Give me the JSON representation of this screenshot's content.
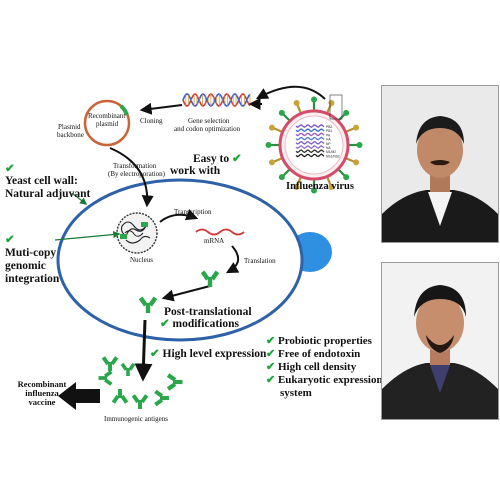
{
  "labels": {
    "cloning": "Cloning",
    "gene_selection": "Gene selection",
    "codon_optimization": "and codon optimization",
    "plasmid_backbone_1": "Plasmid",
    "plasmid_backbone_2": "backbone",
    "recombinant_plasmid_1": "Recombinant",
    "recombinant_plasmid_2": "plasmid",
    "influenza_virus": "Influenza virus",
    "transformation_1": "Transformation",
    "transformation_2": "(By electroporation)",
    "easy_to_work_with_1": "Easy to",
    "easy_to_work_with_2": "work with",
    "yeast_cell_wall_1": "Yeast cell wall:",
    "yeast_cell_wall_2": "Natural adjuvant",
    "multi_copy_1": "Muti-copy",
    "multi_copy_2": "genomic",
    "multi_copy_3": "integration",
    "transcription": "Transcription",
    "mrna": "mRNA",
    "nucleus": "Nucleus",
    "translation": "Translation",
    "ptm_1": "Post-translational",
    "ptm_2": "modifications",
    "high_level_expression": "High level expression",
    "recombinant_vaccine_1": "Recombinant",
    "recombinant_vaccine_2": "influenza",
    "recombinant_vaccine_3": "vaccine",
    "immunogenic_antigens": "Immunogenic antigens"
  },
  "advantages": [
    "Probiotic properties",
    "Free of endotoxin",
    "High cell density",
    "Eukaryotic expression",
    "system"
  ],
  "virus_legend": [
    "PB2",
    "PB1",
    "PA",
    "HA",
    "NP",
    "NA",
    "M1/M2",
    "NS1/NS2"
  ],
  "colors": {
    "cell_outline": "#2e62a8",
    "bud": "#2f8fe0",
    "antigen": "#2aa64b",
    "check": "#1aa53a",
    "plasmid_backbone": "#c9643a",
    "plasmid_insert": "#2aa64b",
    "arrow": "#111111"
  },
  "icons": [
    "check-icon",
    "y-antigen-icon",
    "dna-helix-icon",
    "influenza-virion-icon",
    "plasmid-icon",
    "mrna-icon",
    "nucleus-icon"
  ]
}
